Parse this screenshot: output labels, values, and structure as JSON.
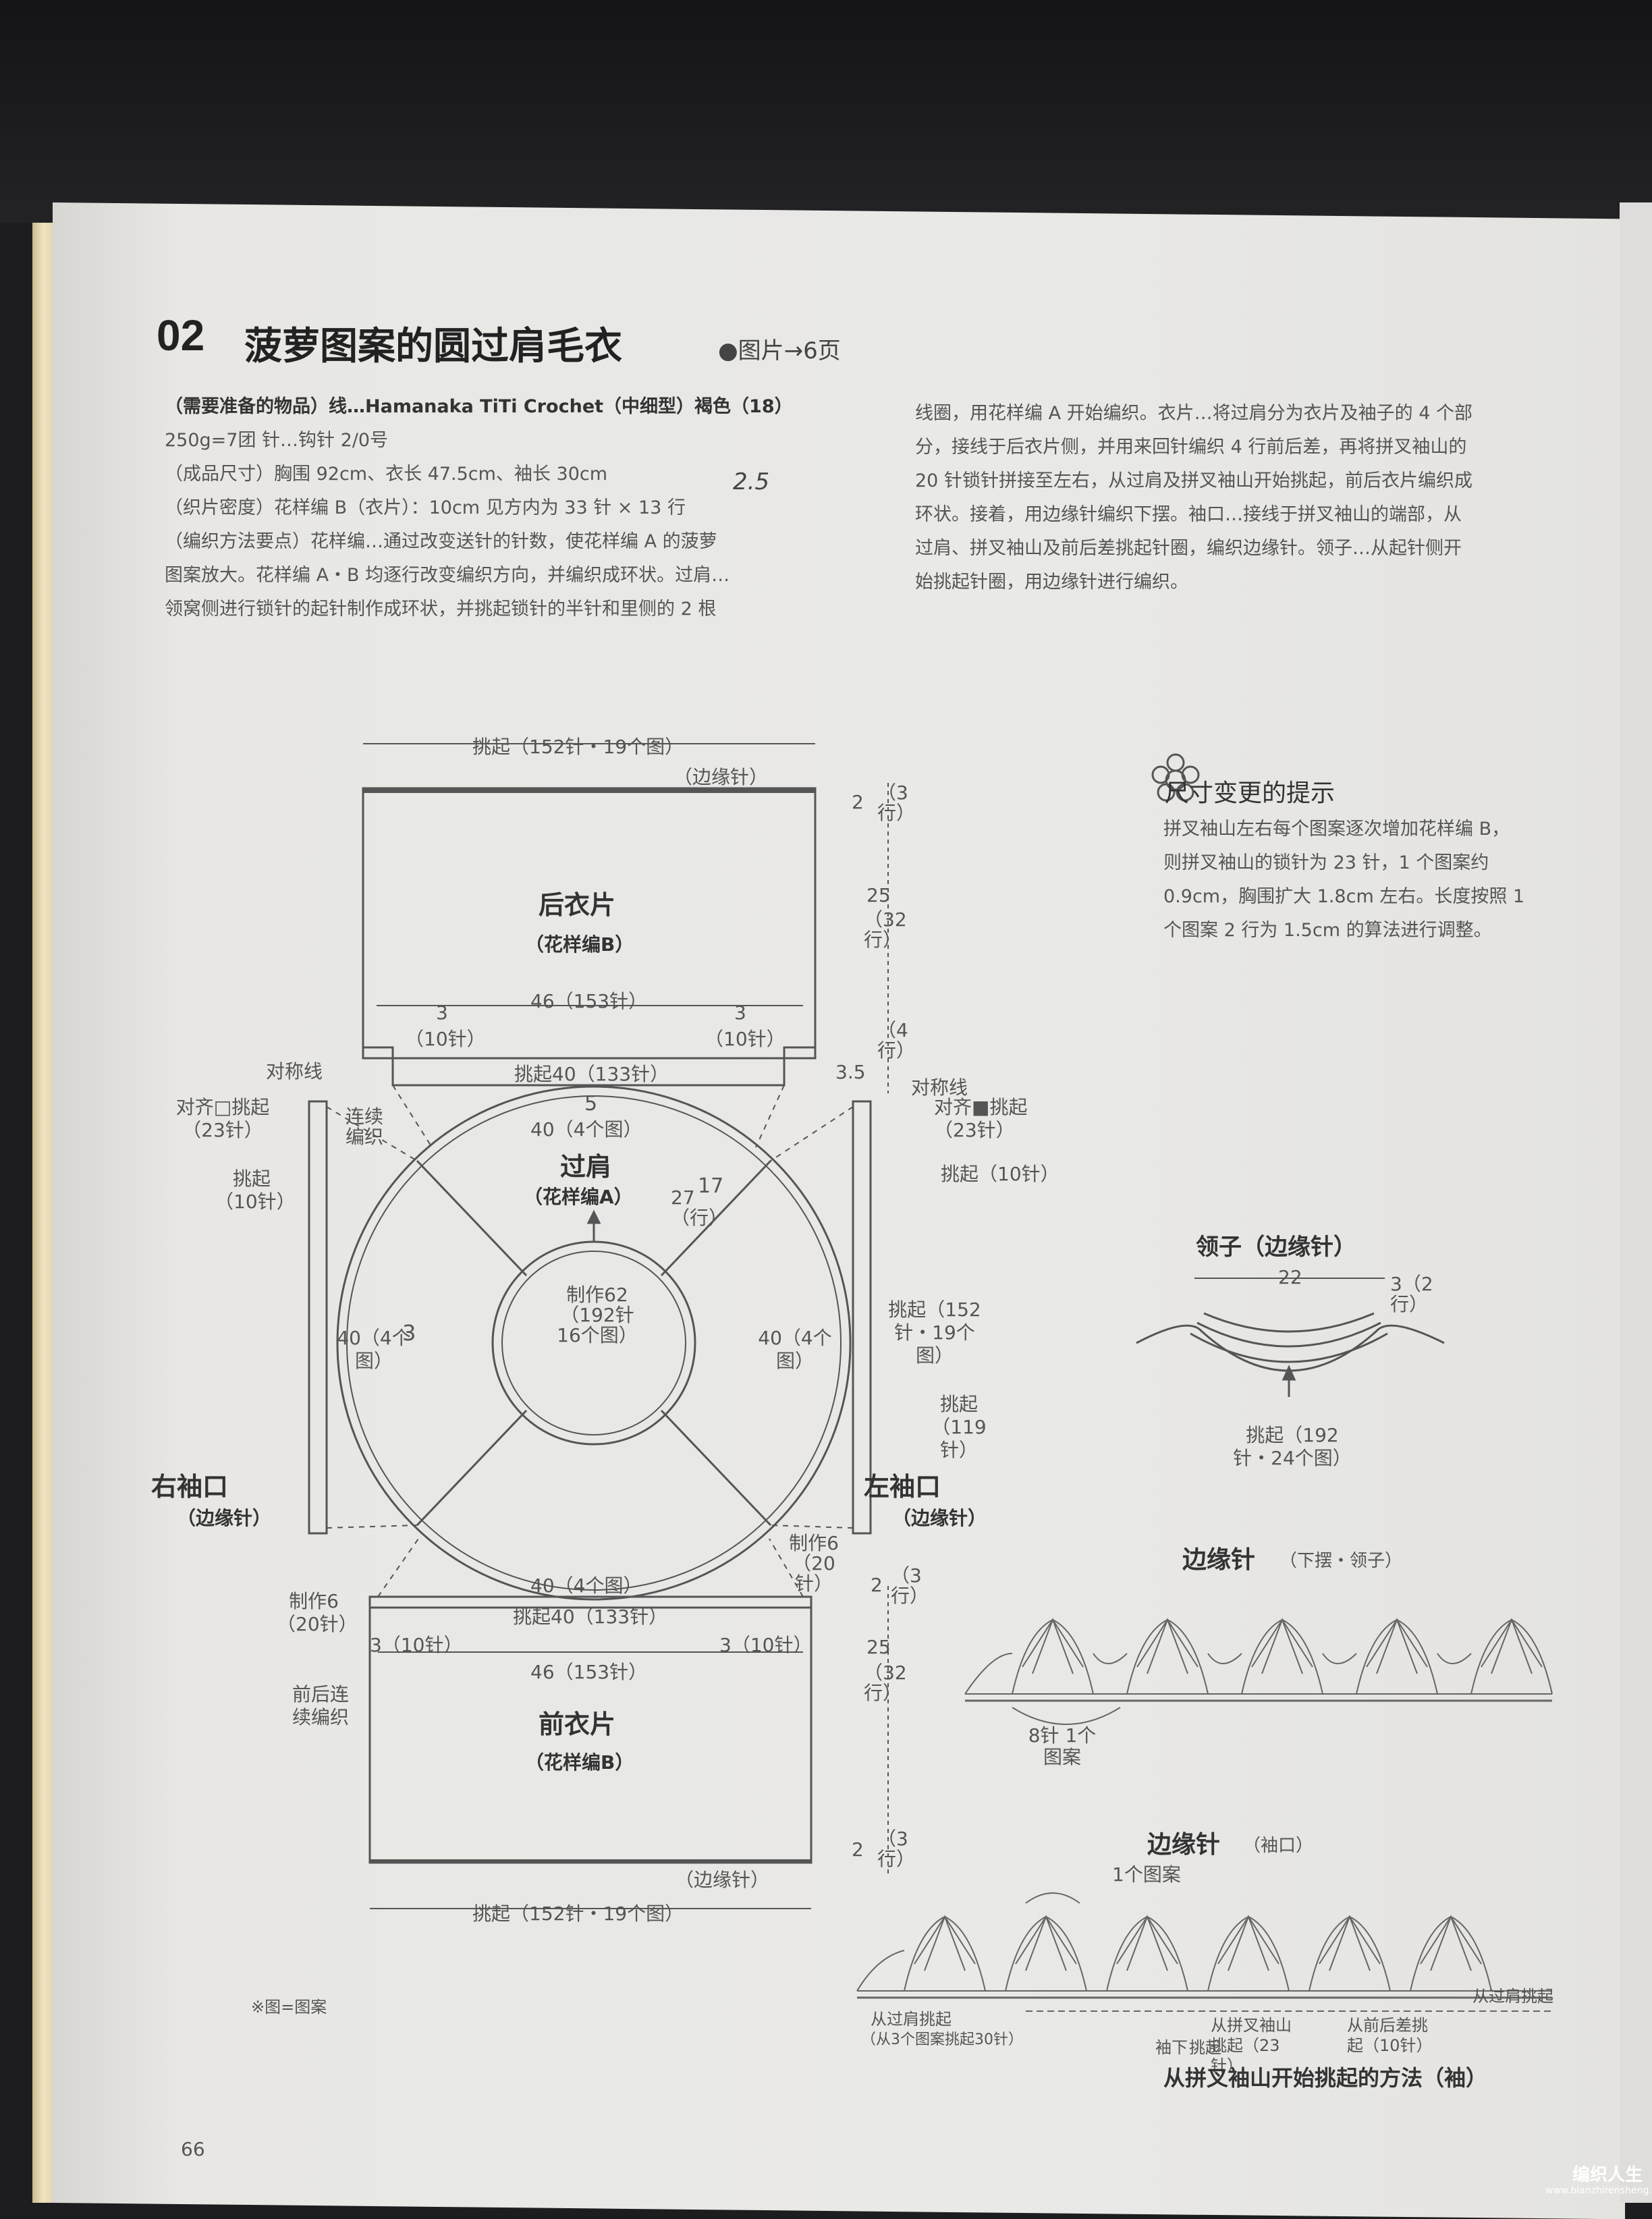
{
  "header": {
    "number": "02",
    "title": "菠萝图案的圆过肩毛衣",
    "ref": "●图片→6页"
  },
  "intro": {
    "left_lines": [
      "（需要准备的物品）线…Hamanaka TiTi Crochet（中细型）褐色（18）",
      "250g=7团 针…钩针 2/0号",
      "（成品尺寸）胸围 92cm、衣长 47.5cm、袖长 30cm",
      "（织片密度）花样编 B（衣片）：10cm 见方内为 33 针 × 13 行",
      "（编织方法要点）花样编…通过改变送针的针数，使花样编 A 的菠萝",
      "图案放大。花样编 A・B 均逐行改变编织方向，并编织成环状。过肩…",
      "领窝侧进行锁针的起针制作成环状，并挑起锁针的半针和里侧的 2 根"
    ],
    "right_lines": [
      "线圈，用花样编 A 开始编织。衣片…将过肩分为衣片及袖子的 4 个部",
      "分，接线于后衣片侧，并用来回针编织 4 行前后差，再将拼叉袖山的",
      "20 针锁针拼接至左右，从过肩及拼叉袖山开始挑起，前后衣片编织成",
      "环状。接着，用边缘针编织下摆。袖口…接线于拼叉袖山的端部，从",
      "过肩、拼叉袖山及前后差挑起针圈，编织边缘针。领子…从起针侧开",
      "始挑起针圈，用边缘针进行编织。"
    ],
    "handwritten_sleeve": "2.5"
  },
  "diagram": {
    "back": {
      "top_pickup": "挑起（152针・19个图）",
      "top_edge": "（边缘针）",
      "name": "后衣片",
      "pattern": "（花样编B）",
      "width": "46（153针）",
      "side_l_num": "3",
      "side_l": "（10针）",
      "side_r_num": "3",
      "side_r": "（10针）",
      "bottom_pickup": "挑起40（133针）",
      "dim_top": "2",
      "dim_top_rows": "（3行）",
      "dim_main": "25",
      "dim_main_rows": "（32行）",
      "dim_diff_rows": "（4行）",
      "dim_35": "3.5"
    },
    "yoke": {
      "name": "过肩",
      "pattern": "（花样编A）",
      "top": "40（4个图）",
      "top_hand": "5",
      "left": "40（4个图）",
      "left_hand": "3",
      "right": "40（4个图）",
      "bottom": "40（4个图）",
      "depth": "27（行）",
      "depth_hand": "17",
      "center": "制作62（192针 16个图）",
      "cont": "连续编织",
      "sym_l": "对称线",
      "sym_r": "对称线"
    },
    "sleeve_left_labels": {
      "align": "对齐□挑起（23针）",
      "pickup": "挑起（10针）",
      "name": "右袖口",
      "edge": "（边缘针）",
      "make": "制作6（20针）"
    },
    "sleeve_right_labels": {
      "align": "对齐■挑起（23针）",
      "pickup": "挑起（10针）",
      "pickup_big": "挑起（152针・19个图）",
      "pickup_119": "挑起（119针）",
      "name": "左袖口",
      "edge": "（边缘针）",
      "make": "制作6（20针）"
    },
    "front": {
      "top_pickup": "挑起40（133针）",
      "side_l": "3（10针）",
      "side_r": "3（10针）",
      "width": "46（153针）",
      "cont": "前后连续编织",
      "name": "前衣片",
      "pattern": "（花样编B）",
      "bottom_edge": "（边缘针）",
      "bottom_pickup": "挑起（152针・19个图）",
      "dim_top": "2",
      "dim_top_rows": "（3行）",
      "dim_main": "25",
      "dim_main_rows": "（32行）",
      "dim_bot": "2",
      "dim_bot_rows": "（3行）"
    },
    "note": "※图=图案",
    "page_no": "66"
  },
  "tips": {
    "title": "尺寸变更的提示",
    "lines": [
      "拼叉袖山左右每个图案逐次增加花样编 B，",
      "则拼叉袖山的锁针为 23 针，1 个图案约",
      "0.9cm，胸围扩大 1.8cm 左右。长度按照 1",
      "个图案 2 行为 1.5cm 的算法进行调整。"
    ]
  },
  "collar": {
    "title": "领子（边缘针）",
    "width": "22",
    "rows": "3（2行）",
    "pickup": "挑起（192针・24个图）"
  },
  "edging1": {
    "title": "边缘针",
    "sub": "（下摆・领子）",
    "repeat": "8针 1个图案"
  },
  "edging2": {
    "title": "边缘针",
    "sub": "（袖口）",
    "repeat": "1个图案",
    "from_yoke": "从过肩挑起",
    "from_yoke_note": "（从3个图案挑起30针）",
    "under": "袖下",
    "pickup": "挑起",
    "from_gusset": "从拼叉袖山挑起（23针）",
    "from_diff": "从前后差挑起（10针）",
    "from_yoke_r": "从过肩挑起",
    "method": "从拼叉袖山开始挑起的方法（袖）"
  },
  "watermark": "编织人生",
  "watermark_url": "www.bianzhirensheng.com"
}
